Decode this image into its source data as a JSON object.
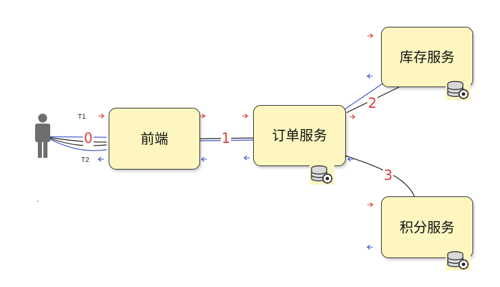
{
  "nodes": {
    "frontend": "前端",
    "order_service": "订单服务",
    "inventory_service": "库存服务",
    "points_service": "积分服务"
  },
  "edge_labels": {
    "user_to_frontend": "0",
    "frontend_to_order": "1",
    "order_to_inventory": "2",
    "order_to_points": "3"
  },
  "time_labels": {
    "t1": "T1",
    "t2": "T2"
  },
  "colors": {
    "box_fill": "#fdf6c0",
    "box_border": "#333333",
    "request_arrow": "#d63a3a",
    "response_arrow": "#3a52c8",
    "edge_number": "#e03a3a",
    "person": "#6e6e6e",
    "db_fill": "#d9d9d9"
  },
  "icons": {
    "user": "person-icon",
    "database": "database-gear-icon"
  }
}
